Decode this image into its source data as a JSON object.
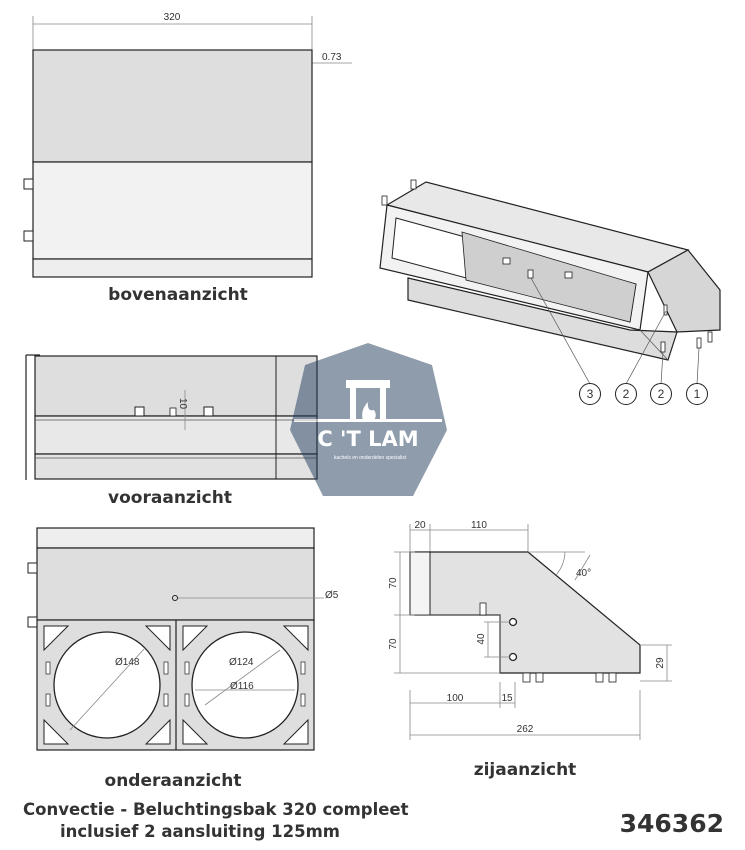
{
  "views": {
    "top": {
      "caption": "bovenaanzicht",
      "dim_width": "320",
      "dim_thickness": "0.73"
    },
    "front": {
      "caption": "vooraanzicht",
      "dim_slot": "10"
    },
    "bottom": {
      "caption": "onderaanzicht",
      "dim_hole": "Ø5",
      "dim_outer": "Ø148",
      "dim_mid": "Ø124",
      "dim_inner": "Ø116"
    },
    "side": {
      "caption": "zijaanzicht",
      "dim_top_a": "20",
      "dim_top_b": "110",
      "dim_angle": "40°",
      "dim_h_upper": "70",
      "dim_h_lower": "70",
      "dim_slot": "40",
      "dim_right": "29",
      "dim_bot_a": "100",
      "dim_bot_b": "15",
      "dim_total": "262"
    }
  },
  "callouts": [
    "3",
    "2",
    "2",
    "1"
  ],
  "watermark": {
    "brand": "C 'T LAM",
    "tagline": "kachels en onderdelen specialist"
  },
  "footer": {
    "title_line1": "Convectie - Beluchtingsbak 320 compleet",
    "title_line2": "inclusief 2 aansluiting 125mm",
    "article_number": "346362"
  },
  "colors": {
    "panel_fill": "#dedede",
    "panel_light": "#eeeeee",
    "line": "#222222",
    "watermark": "#1f3b5c"
  }
}
